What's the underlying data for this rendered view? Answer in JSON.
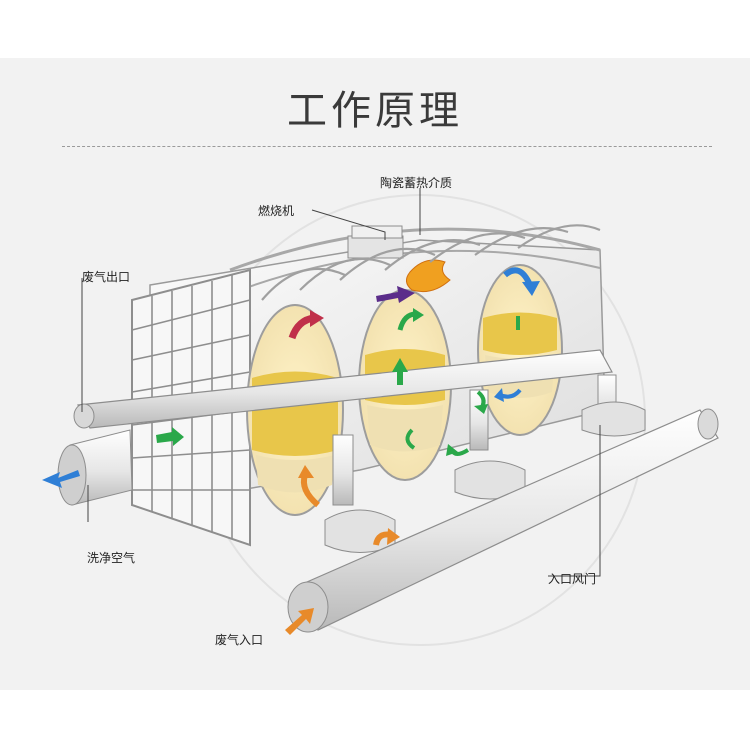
{
  "title": "工作原理",
  "labels": {
    "ceramic_media": "陶瓷蓄热介质",
    "burner": "燃烧机",
    "exhaust_outlet": "废气出口",
    "clean_air": "洗净空气",
    "inlet_damper": "入口风门",
    "exhaust_inlet": "废气入口"
  },
  "colors": {
    "flow_green": "#2aa84a",
    "flow_orange": "#e88a2a",
    "flow_blue": "#2f7fd6",
    "flow_purple": "#5b2d8a",
    "ceramic_fill": "#e8c64a"
  }
}
